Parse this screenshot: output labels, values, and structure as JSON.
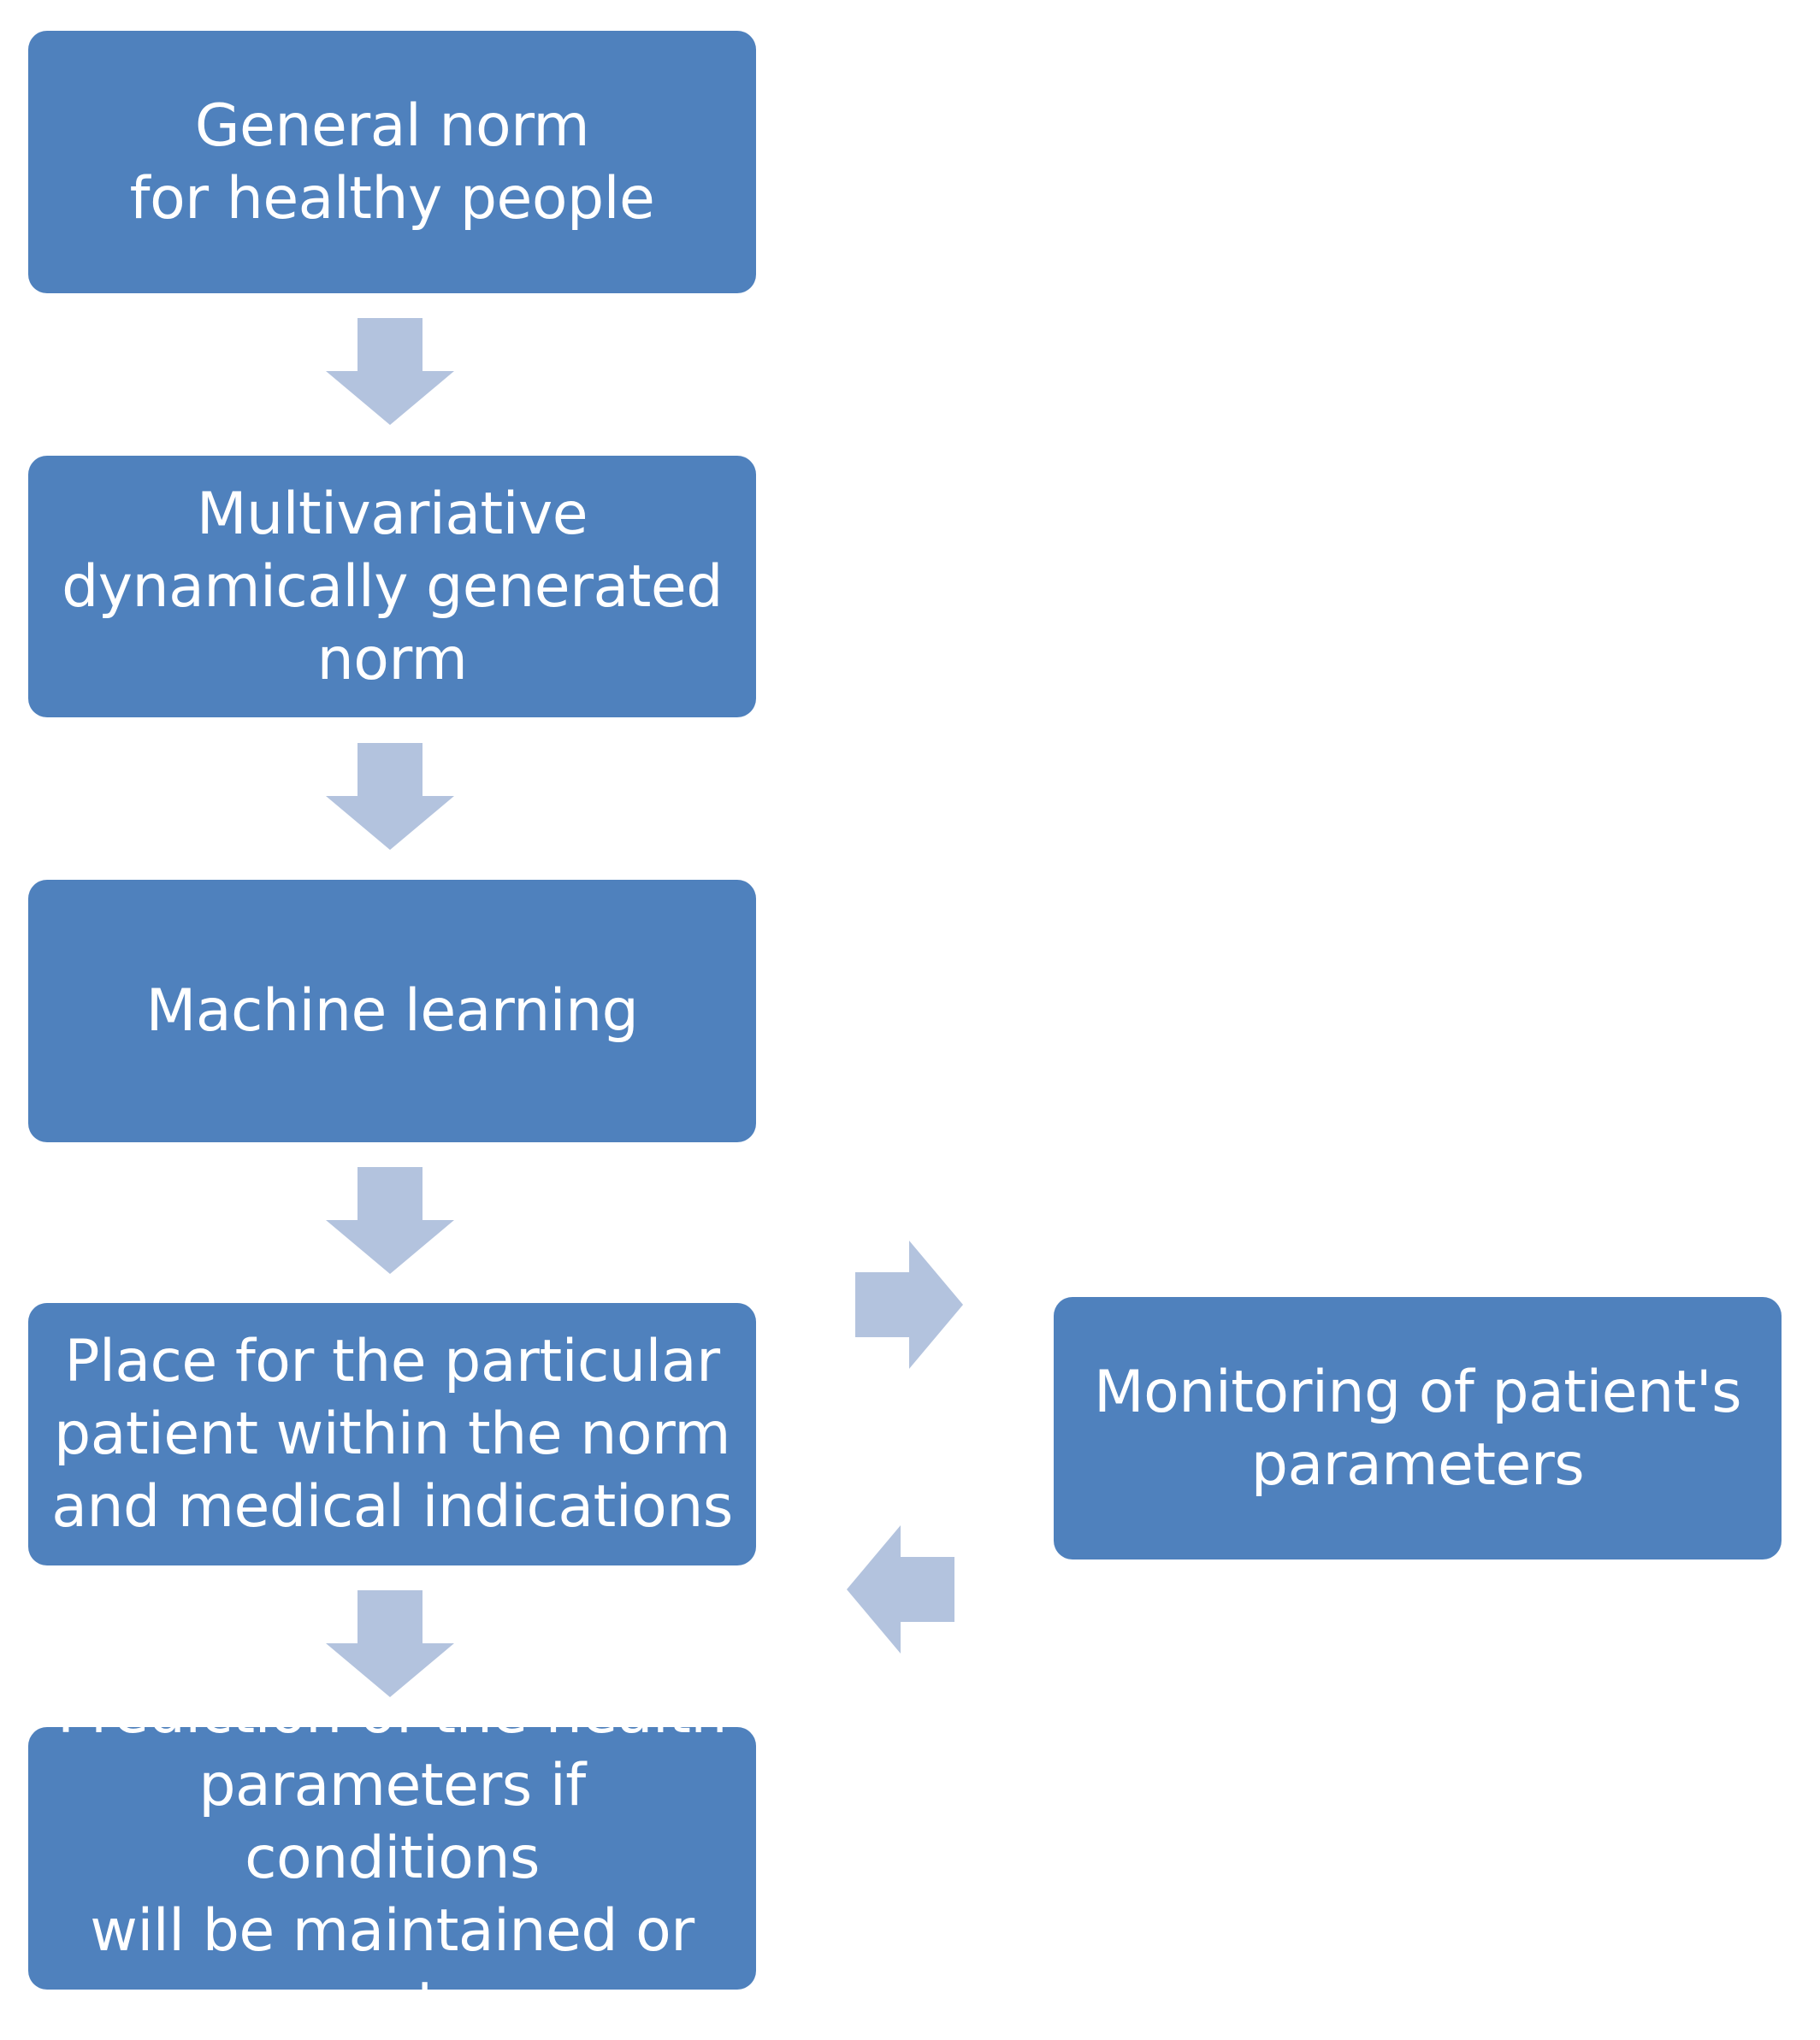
{
  "colors": {
    "box_fill": "#4f81bd",
    "box_text": "#ffffff",
    "arrow_fill": "#b3c3de",
    "background": "#ffffff"
  },
  "boxes": {
    "general_norm": "General norm\nfor healthy people",
    "multivariative_norm": "Multivariative\ndynamically generated\nnorm",
    "machine_learning": "Machine learning",
    "place_for_patient": "Place for the particular\npatient within the norm\nand medical indications",
    "prediction": "Prediction of the health\nparameters if conditions\nwill be maintained or not",
    "monitoring": "Monitoring of patient's\nparameters"
  },
  "arrows": [
    {
      "name": "arrow-down-1",
      "icon": "down-arrow-icon"
    },
    {
      "name": "arrow-down-2",
      "icon": "down-arrow-icon"
    },
    {
      "name": "arrow-down-3",
      "icon": "down-arrow-icon"
    },
    {
      "name": "arrow-down-4",
      "icon": "down-arrow-icon"
    },
    {
      "name": "arrow-right",
      "icon": "right-arrow-icon"
    },
    {
      "name": "arrow-left",
      "icon": "left-arrow-icon"
    }
  ]
}
